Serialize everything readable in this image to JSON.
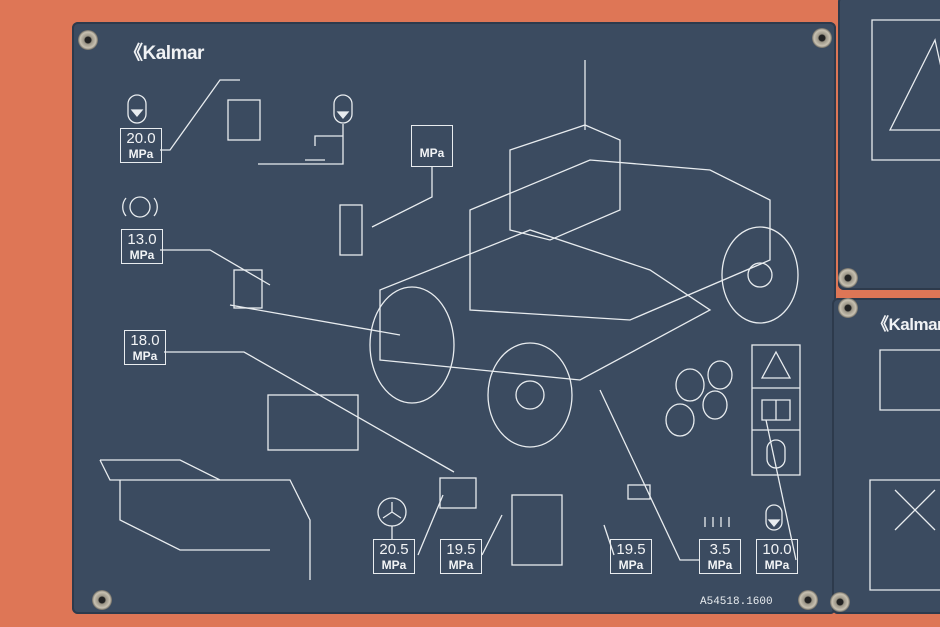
{
  "brand": "Kalmar",
  "pressure_labels": [
    {
      "value": "20.0",
      "unit": "MPa",
      "icon": "accumulator-icon"
    },
    {
      "value": "",
      "unit": "MPa",
      "icon": "valve-icon"
    },
    {
      "value": "13.0",
      "unit": "MPa",
      "icon": "brake-icon"
    },
    {
      "value": "18.0",
      "unit": "MPa",
      "icon": "valve-bank-icon"
    },
    {
      "value": "20.5",
      "unit": "MPa",
      "icon": "steering-wheel-icon"
    },
    {
      "value": "19.5",
      "unit": "MPa",
      "icon": "pump-icon"
    },
    {
      "value": "19.5",
      "unit": "MPa",
      "icon": "control-valve-icon"
    },
    {
      "value": "3.5",
      "unit": "MPa",
      "icon": "servo-icon"
    },
    {
      "value": "10.0",
      "unit": "MPa",
      "icon": "accumulator-icon"
    }
  ],
  "part_number": "A54518.1600",
  "side_plate_brand": "Kalmar",
  "colors": {
    "plate": "#3b4b60",
    "background": "#de7656",
    "lines": "#e8ecef"
  }
}
